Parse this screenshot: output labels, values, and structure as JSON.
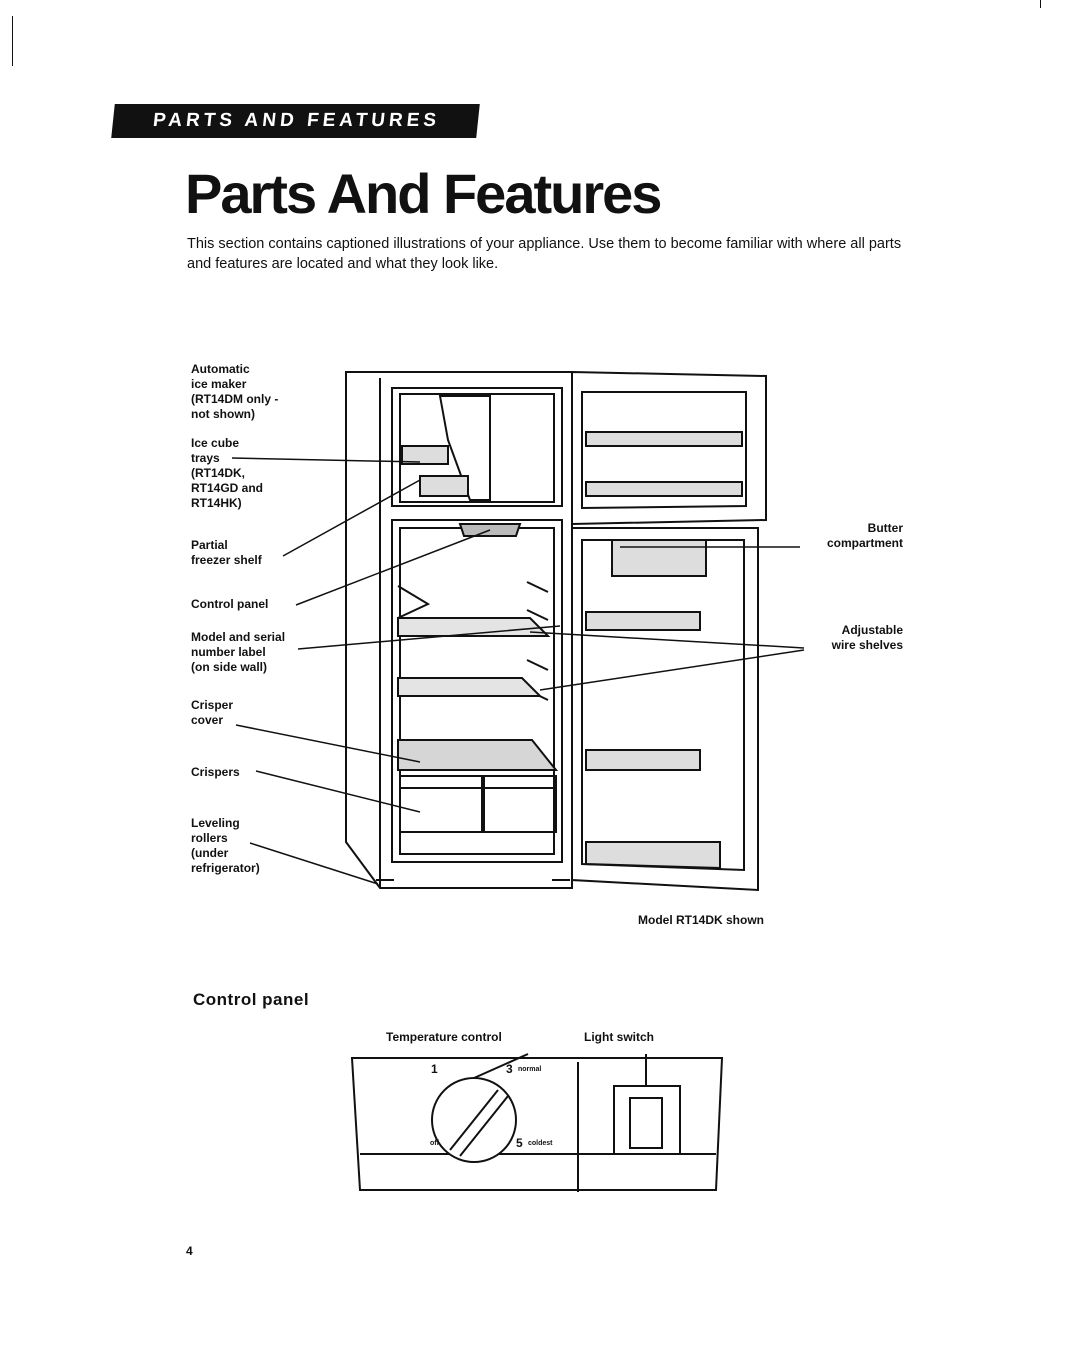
{
  "header": {
    "banner": "PARTS AND FEATURES",
    "title": "Parts And Features",
    "intro": "This section contains captioned illustrations of your appliance. Use them to become familiar with where all parts and features are located and what they look like."
  },
  "refrigerator_diagram": {
    "callouts": {
      "ice_maker": [
        "Automatic",
        "ice maker",
        "(RT14DM only -",
        "not shown)"
      ],
      "ice_cube_trays": [
        "Ice cube",
        "trays",
        "(RT14DK,",
        "RT14GD and",
        "RT14HK)"
      ],
      "partial_freezer_shelf": [
        "Partial",
        "freezer shelf"
      ],
      "control_panel": [
        "Control panel"
      ],
      "model_serial_label": [
        "Model and serial",
        "number label",
        "(on side wall)"
      ],
      "crisper_cover": [
        "Crisper",
        "cover"
      ],
      "crispers": [
        "Crispers"
      ],
      "leveling_rollers": [
        "Leveling",
        "rollers",
        "(under",
        "refrigerator)"
      ],
      "butter_compartment": [
        "Butter",
        "compartment"
      ],
      "adjustable_wire_shelves": [
        "Adjustable",
        "wire shelves"
      ]
    },
    "caption": "Model RT14DK shown"
  },
  "control_panel_section": {
    "heading": "Control panel",
    "temperature_control_label": "Temperature control",
    "light_switch_label": "Light switch",
    "dial_marks": {
      "one": "1",
      "three": "3",
      "normal": "normal",
      "off": "off",
      "five": "5",
      "coldest": "coldest"
    }
  },
  "footer": {
    "page_number": "4"
  }
}
